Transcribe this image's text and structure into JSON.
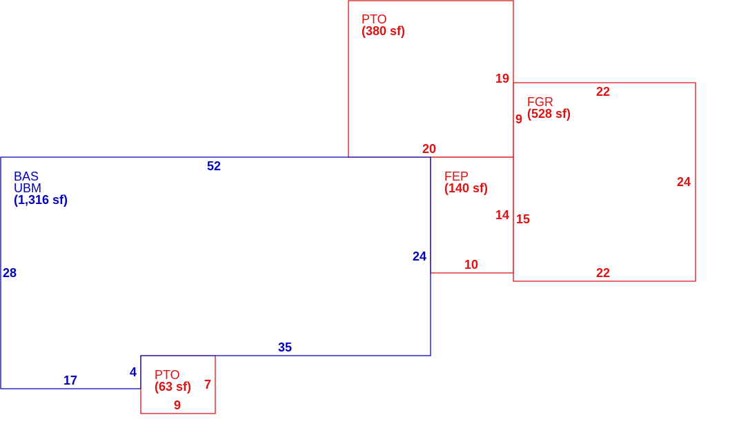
{
  "colors": {
    "living": "#0000bb",
    "other": "#dd1111"
  },
  "areas": {
    "bas": {
      "codes": [
        "BAS",
        "UBM"
      ],
      "area": "(1,316 sf)"
    },
    "pto_top": {
      "codes": [
        "PTO"
      ],
      "area": "(380 sf)"
    },
    "fgr": {
      "codes": [
        "FGR"
      ],
      "area": "(528 sf)"
    },
    "fep": {
      "codes": [
        "FEP"
      ],
      "area": "(140 sf)"
    },
    "pto_bottom": {
      "codes": [
        "PTO"
      ],
      "area": "(63 sf)"
    }
  },
  "dimensions": {
    "bas_top": "52",
    "bas_left": "28",
    "bas_right": "24",
    "bas_mid_bottom": "35",
    "bas_step": "4",
    "bas_bottom": "17",
    "pto_top_right": "19",
    "pto_top_bottom": "20",
    "fgr_top": "22",
    "fgr_left_upper": "9",
    "fgr_left_lower": "15",
    "fgr_right": "24",
    "fgr_bottom": "22",
    "fep_right": "14",
    "fep_bottom": "10",
    "pto_bottom_right": "7",
    "pto_bottom_bottom": "9"
  }
}
